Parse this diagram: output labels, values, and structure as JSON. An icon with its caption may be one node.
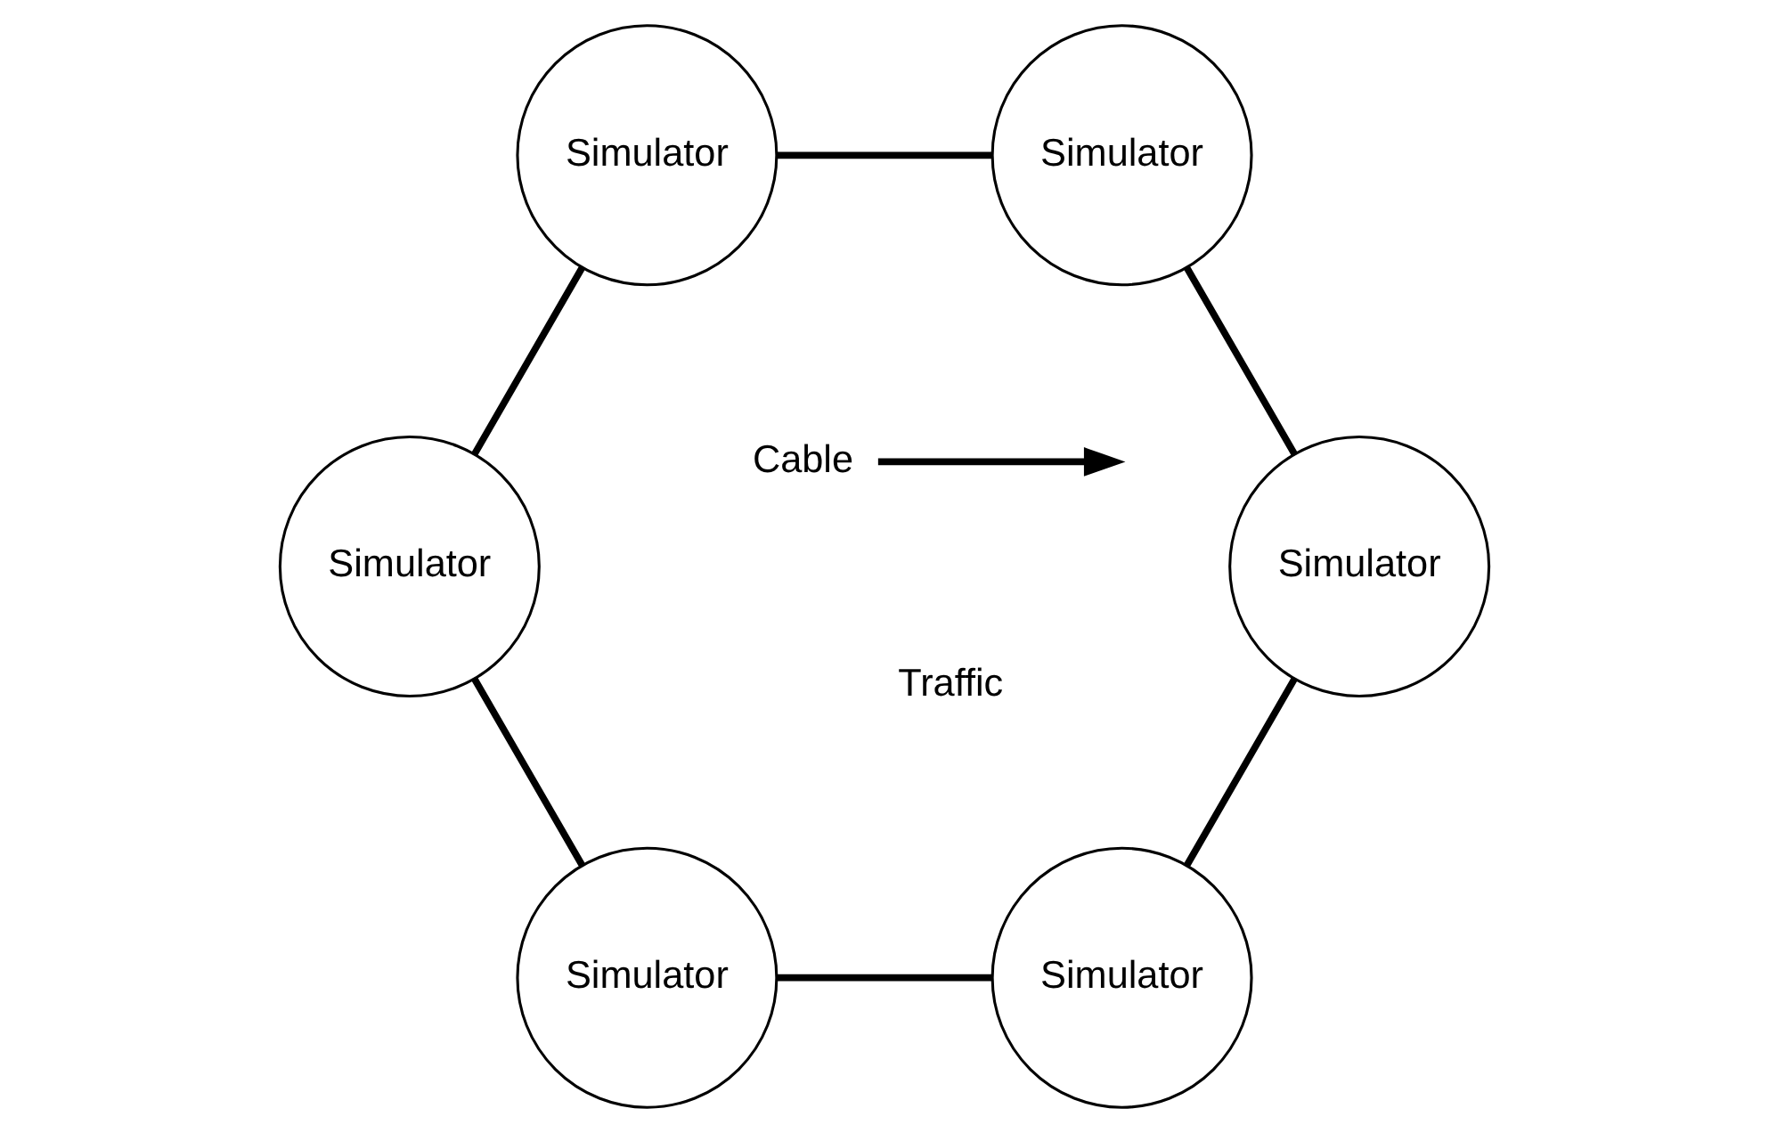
{
  "diagram": {
    "nodes": [
      {
        "text": [
          "Simulator"
        ]
      },
      {
        "text": [
          "Simulator"
        ]
      },
      {
        "text": [
          "Simulator"
        ]
      },
      {
        "text": [
          "Cable"
        ]
      },
      {
        "text": [
          "Simulator"
        ]
      },
      {
        "text": [
          "Simulator"
        ]
      },
      {
        "text": [
          "Simulator"
        ]
      }
    ],
    "edges": [
      {
        "from": 0,
        "to": 2,
        "arrow": "none"
      },
      {
        "from": 2,
        "to": 5,
        "arrow": "none"
      },
      {
        "from": 5,
        "to": 6,
        "arrow": "none"
      },
      {
        "from": 6,
        "to": 4,
        "arrow": "none"
      },
      {
        "from": 4,
        "to": 1,
        "arrow": "none"
      },
      {
        "from": 1,
        "to": 0,
        "arrow": "none"
      },
      {
        "from": 3,
        "to": null,
        "arrow": "to"
      }
    ],
    "labels": [
      "Traffic"
    ]
  }
}
